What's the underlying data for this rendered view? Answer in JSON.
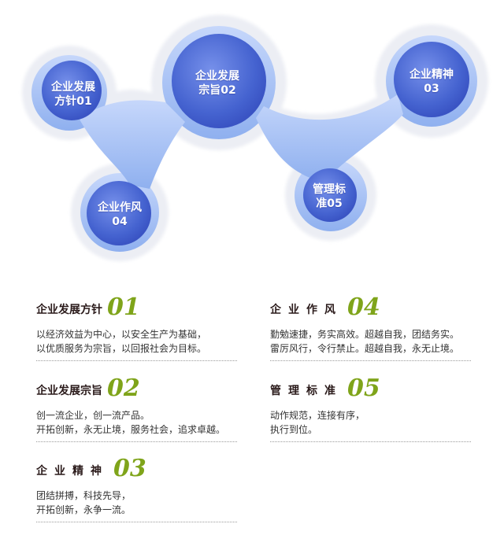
{
  "bubbles": [
    {
      "id": "b1",
      "label": "企业发展\n方针01"
    },
    {
      "id": "b2",
      "label": "企业发展\n宗旨02"
    },
    {
      "id": "b3",
      "label": "企业精神\n03"
    },
    {
      "id": "b4",
      "label": "企业作风\n04"
    },
    {
      "id": "b5",
      "label": "管理标\n准05"
    }
  ],
  "sections": [
    {
      "title": "企业发展方针",
      "num": "01",
      "lines": "以经济效益为中心，以安全生产为基础，\n以优质服务为宗旨，以回报社会为目标。"
    },
    {
      "title": "企业发展宗旨",
      "num": "02",
      "lines": "创一流企业，创一流产品。\n开拓创新，永无止境，服务社会，追求卓越。"
    },
    {
      "title": "企业精神",
      "num": "03",
      "lines": "团结拼搏，科技先导，\n开拓创新，永争一流。"
    },
    {
      "title": "企业作风",
      "num": "04",
      "lines": "勤勉速捷，务实高效。超越自我，团结务实。\n雷厉风行，令行禁止。超越自我，永无止境。"
    },
    {
      "title": "管理标准",
      "num": "05",
      "lines": "动作规范，连接有序，\n执行到位。"
    }
  ],
  "colors": {
    "bubble_dark": "#3a54c8",
    "bubble_light": "#6f8ae6",
    "connector": "#a9c3f4",
    "halo": "#eef0f5",
    "number_accent": "#7fa41a"
  }
}
